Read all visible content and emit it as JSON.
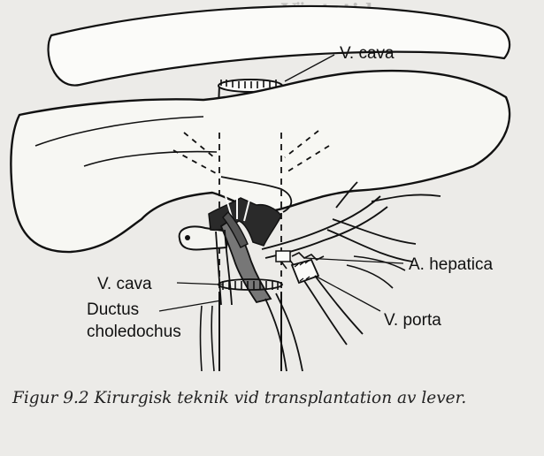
{
  "labels": {
    "vcava_top": "V. cava",
    "a_hepatica": "A. hepatica",
    "vcava_bottom": "V. cava",
    "ductus_line1": "Ductus",
    "ductus_line2": "choledochus",
    "v_porta": "V. porta"
  },
  "caption": "Figur 9.2 Kirurgisk teknik vid transplantation av lever.",
  "background_text": {
    "heading": "Väntetid"
  }
}
